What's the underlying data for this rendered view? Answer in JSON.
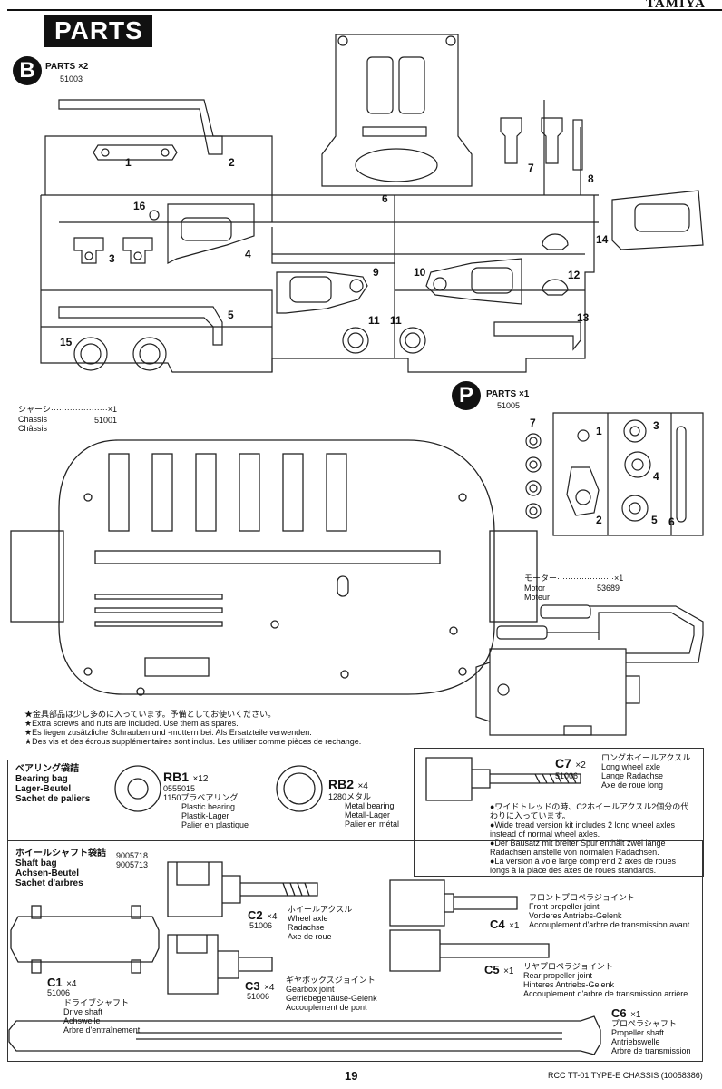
{
  "header": {
    "brand": "TAMIYA",
    "section": "PARTS"
  },
  "parts_b": {
    "letter": "B",
    "label": "PARTS",
    "qty": "×2",
    "code": "51003",
    "numbers": [
      "1",
      "2",
      "3",
      "4",
      "5",
      "6",
      "7",
      "8",
      "9",
      "10",
      "11",
      "11",
      "12",
      "13",
      "14",
      "15",
      "16"
    ]
  },
  "chassis": {
    "jp": "シャーシ",
    "qty": "×1",
    "en": "Chassis",
    "fr": "Châssis",
    "code": "51001"
  },
  "parts_p": {
    "letter": "P",
    "label": "PARTS",
    "qty": "×1",
    "code": "51005",
    "numbers": [
      "1",
      "2",
      "3",
      "4",
      "5",
      "6",
      "7"
    ]
  },
  "motor": {
    "jp": "モーター",
    "qty": "×1",
    "en": "Motor",
    "fr": "Moteur",
    "code": "53689"
  },
  "notes": [
    "★金具部品は少し多めに入っています。予備としてお使いください。",
    "★Extra screws and nuts are included. Use them as spares.",
    "★Es liegen zusätzliche Schrauben und -muttern bei. Als Ersatzteile verwenden.",
    "★Des vis et des écrous supplémentaires sont inclus. Les utiliser comme pièces de rechange."
  ],
  "bearing_bag": {
    "jp": "ベアリング袋詰",
    "en": "Bearing bag",
    "de": "Lager-Beutel",
    "fr": "Sachet de paliers",
    "rb1": {
      "id": "RB1",
      "qty": "×12",
      "code": "0555015",
      "jp": "1150プラベアリング",
      "en": "Plastic bearing",
      "de": "Plastik-Lager",
      "fr": "Palier en plastique"
    },
    "rb2": {
      "id": "RB2",
      "qty": "×4",
      "jp": "1280メタル",
      "en": "Metal bearing",
      "de": "Metall-Lager",
      "fr": "Palier en métal"
    }
  },
  "c7": {
    "id": "C7",
    "qty": "×2",
    "code": "51006",
    "jp": "ロングホイールアクスル",
    "en": "Long wheel axle",
    "de": "Lange Radachse",
    "fr": "Axe de roue long",
    "note_jp": "●ワイドトレッドの時、C2ホイールアクスル2個分の代わりに入っています。",
    "note_en": "●Wide tread version kit includes 2 long wheel axles instead of normal wheel axles.",
    "note_de": "●Der Bausatz mit breiter Spur enthält zwei lange Radachsen anstelle von normalen Radachsen.",
    "note_fr": "●La version à voie large comprend 2 axes de roues longs à la place des axes de roues standards."
  },
  "shaft_bag": {
    "jp": "ホイールシャフト袋詰",
    "en": "Shaft bag",
    "de": "Achsen-Beutel",
    "fr": "Sachet d'arbres",
    "code1": "9005718",
    "code2": "9005713"
  },
  "c1": {
    "id": "C1",
    "qty": "×4",
    "code": "51006",
    "jp": "ドライブシャフト",
    "en": "Drive shaft",
    "de": "Achswelle",
    "fr": "Arbre d'entraînement"
  },
  "c2": {
    "id": "C2",
    "qty": "×4",
    "code": "51006",
    "jp": "ホイールアクスル",
    "en": "Wheel axle",
    "de": "Radachse",
    "fr": "Axe de roue"
  },
  "c3": {
    "id": "C3",
    "qty": "×4",
    "code": "51006",
    "jp": "ギヤボックスジョイント",
    "en": "Gearbox joint",
    "de": "Getriebegehäuse-Gelenk",
    "fr": "Accouplement de pont"
  },
  "c4": {
    "id": "C4",
    "qty": "×1",
    "jp": "フロントプロペラジョイント",
    "en": "Front propeller joint",
    "de": "Vorderes Antriebs-Gelenk",
    "fr": "Accouplement d'arbre de transmission avant"
  },
  "c5": {
    "id": "C5",
    "qty": "×1",
    "jp": "リヤプロペラジョイント",
    "en": "Rear propeller joint",
    "de": "Hinteres Antriebs-Gelenk",
    "fr": "Accouplement d'arbre de transmission arrière"
  },
  "c6": {
    "id": "C6",
    "qty": "×1",
    "jp": "プロペラシャフト",
    "en": "Propeller shaft",
    "de": "Antriebswelle",
    "fr": "Arbre de transmission"
  },
  "footer": {
    "page": "19",
    "doc": "RCC TT-01 TYPE-E CHASSIS (10058386)"
  }
}
